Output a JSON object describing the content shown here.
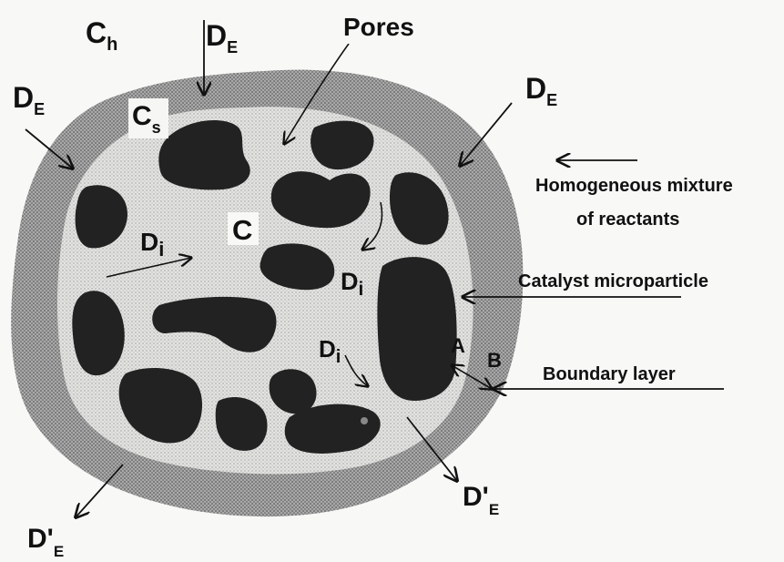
{
  "labels": {
    "ch_main": "C",
    "ch_sub": "h",
    "cs_main": "C",
    "cs_sub": "s",
    "c": "C",
    "de_main": "D",
    "de_sub": "E",
    "dei_main": "D'",
    "dei_sub": "E",
    "di_main": "D",
    "di_sub": "i",
    "pores": "Pores",
    "a": "A",
    "b": "B"
  },
  "annotations": {
    "homogeneous_line1": "Homogeneous mixture",
    "homogeneous_line2": "of reactants",
    "catalyst": "Catalyst microparticle",
    "boundary": "Boundary layer"
  }
}
